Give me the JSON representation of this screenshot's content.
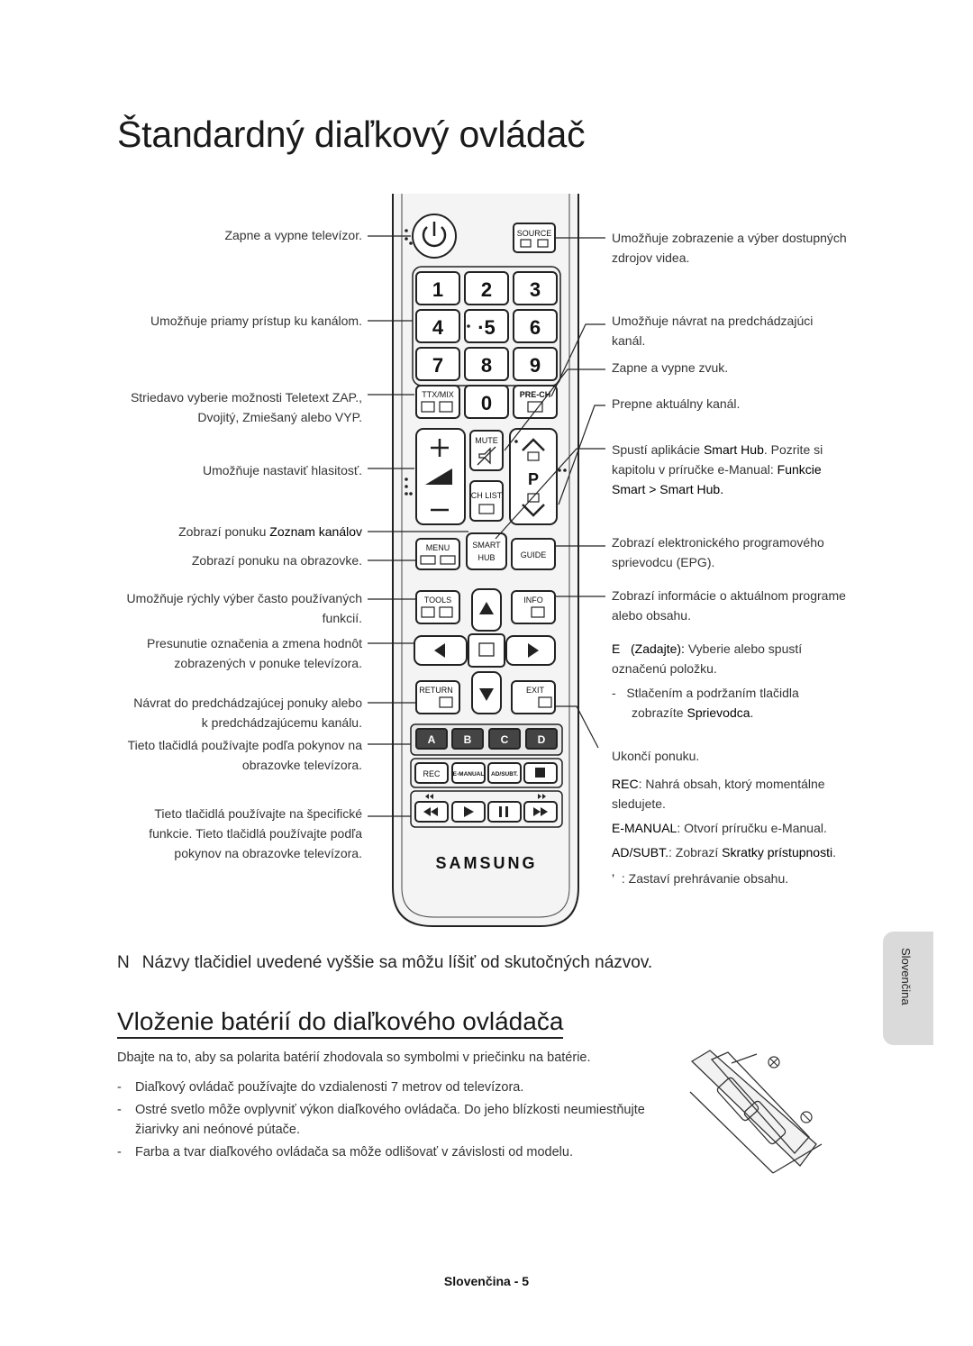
{
  "page": {
    "title": "Štandardný diaľkový ovládač",
    "note_marker": "N",
    "note": "Názvy tlačidiel uvedené vyššie sa môžu líšiť od skutočných názvov.",
    "section_title": "Vloženie batérií do diaľkového ovládača",
    "intro": "Dbajte na to, aby sa polarita batérií zhodovala so symbolmi v priečinku na batérie.",
    "bullets": [
      "Diaľkový ovládač používajte do vzdialenosti 7 metrov od televízora.",
      "Ostré svetlo môže ovplyvniť výkon diaľkového ovládača. Do jeho blízkosti neumiestňujte žiarivky ani neónové pútače.",
      "Farba a tvar diaľkového ovládača sa môže odlišovať v závislosti od modelu."
    ],
    "dash": "-",
    "side_tab": "Slovenčina",
    "footer": "Slovenčina - 5"
  },
  "left_labels": {
    "power": "Zapne a vypne televízor.",
    "numbers": "Umožňuje priamy prístup ku kanálom.",
    "ttx_1": "Striedavo vyberie možnosti Teletext ZAP.,",
    "ttx_2": "Dvojitý, Zmiešaný alebo VYP.",
    "volume": "Umožňuje nastaviť hlasitosť.",
    "chlist_pre": "Zobrazí ponuku ",
    "chlist_bold": "Zoznam kanálov",
    "menu": "Zobrazí ponuku na obrazovke.",
    "tools_1": "Umožňuje rýchly výber často používaných",
    "tools_2": "funkcií.",
    "nav_1": "Presunutie označenia a zmena hodnôt",
    "nav_2": "zobrazených v ponuke televízora.",
    "return_1": "Návrat do predchádzajúcej ponuky alebo",
    "return_2": "k predchádzajúcemu kanálu.",
    "color_1": "Tieto tlačidlá používajte podľa pokynov na",
    "color_2": "obrazovke televízora.",
    "special_1": "Tieto tlačidlá používajte na špecifické",
    "special_2": "funkcie. Tieto tlačidlá používajte podľa",
    "special_3": "pokynov na obrazovke televízora."
  },
  "right_labels": {
    "source_1": "Umožňuje zobrazenie a výber dostupných",
    "source_2": "zdrojov videa.",
    "prech_1": "Umožňuje návrat na predchádzajúci",
    "prech_2": "kanál.",
    "mute": "Zapne a vypne zvuk.",
    "channel": "Prepne aktuálny kanál.",
    "smarthub_1a": "Spustí aplikácie ",
    "smarthub_1b": "Smart Hub",
    "smarthub_1c": ". Pozrite si",
    "smarthub_2a": "kapitolu v príručke e-Manual: ",
    "smarthub_2b": "Funkcie",
    "smarthub_3": "Smart > Smart Hub.",
    "guide_1": "Zobrazí elektronického programového",
    "guide_2": "sprievodcu (EPG).",
    "info_1": "Zobrazí informácie o aktuálnom programe",
    "info_2": "alebo obsahu.",
    "enter_mark": "E",
    "enter_1a": "(Zadajte): ",
    "enter_1b": "Vyberie alebo spustí",
    "enter_2": "označenú položku.",
    "enter_sub_1a": "Stlačením a podržaním tlačidla",
    "enter_sub_2a": "zobrazíte ",
    "enter_sub_2b": "Sprievodca",
    "enter_sub_2c": ".",
    "exit": "Ukončí ponuku.",
    "rec_1a": "REC",
    "rec_1b": ": Nahrá obsah, ktorý momentálne",
    "rec_2": "sledujete.",
    "emanual_a": "E-MANUAL",
    "emanual_b": ": Otvorí príručku e-Manual.",
    "adsubt_a": "AD/SUBT.",
    "adsubt_b": ": Zobrazí ",
    "adsubt_c": "Skratky prístupnosti",
    "adsubt_d": ".",
    "stop_mark": "’",
    "stop": ": Zastaví prehrávanie obsahu."
  },
  "remote": {
    "source": "SOURCE",
    "digits": [
      "1",
      "2",
      "3",
      "4",
      "·5",
      "6",
      "7",
      "8",
      "9"
    ],
    "zero": "0",
    "ttx": "TTX/MIX",
    "prech": "PRE-CH",
    "mute": "MUTE",
    "chlist": "CH LIST",
    "p": "P",
    "menu": "MENU",
    "smart": "SMART",
    "hub": "HUB",
    "guide": "GUIDE",
    "tools": "TOOLS",
    "info": "INFO",
    "return": "RETURN",
    "exit": "EXIT",
    "colors": [
      "A",
      "B",
      "C",
      "D"
    ],
    "rec": "REC",
    "emanual": "E-MANUAL",
    "adsubt": "AD/SUBT.",
    "brand": "SAMSUNG"
  }
}
